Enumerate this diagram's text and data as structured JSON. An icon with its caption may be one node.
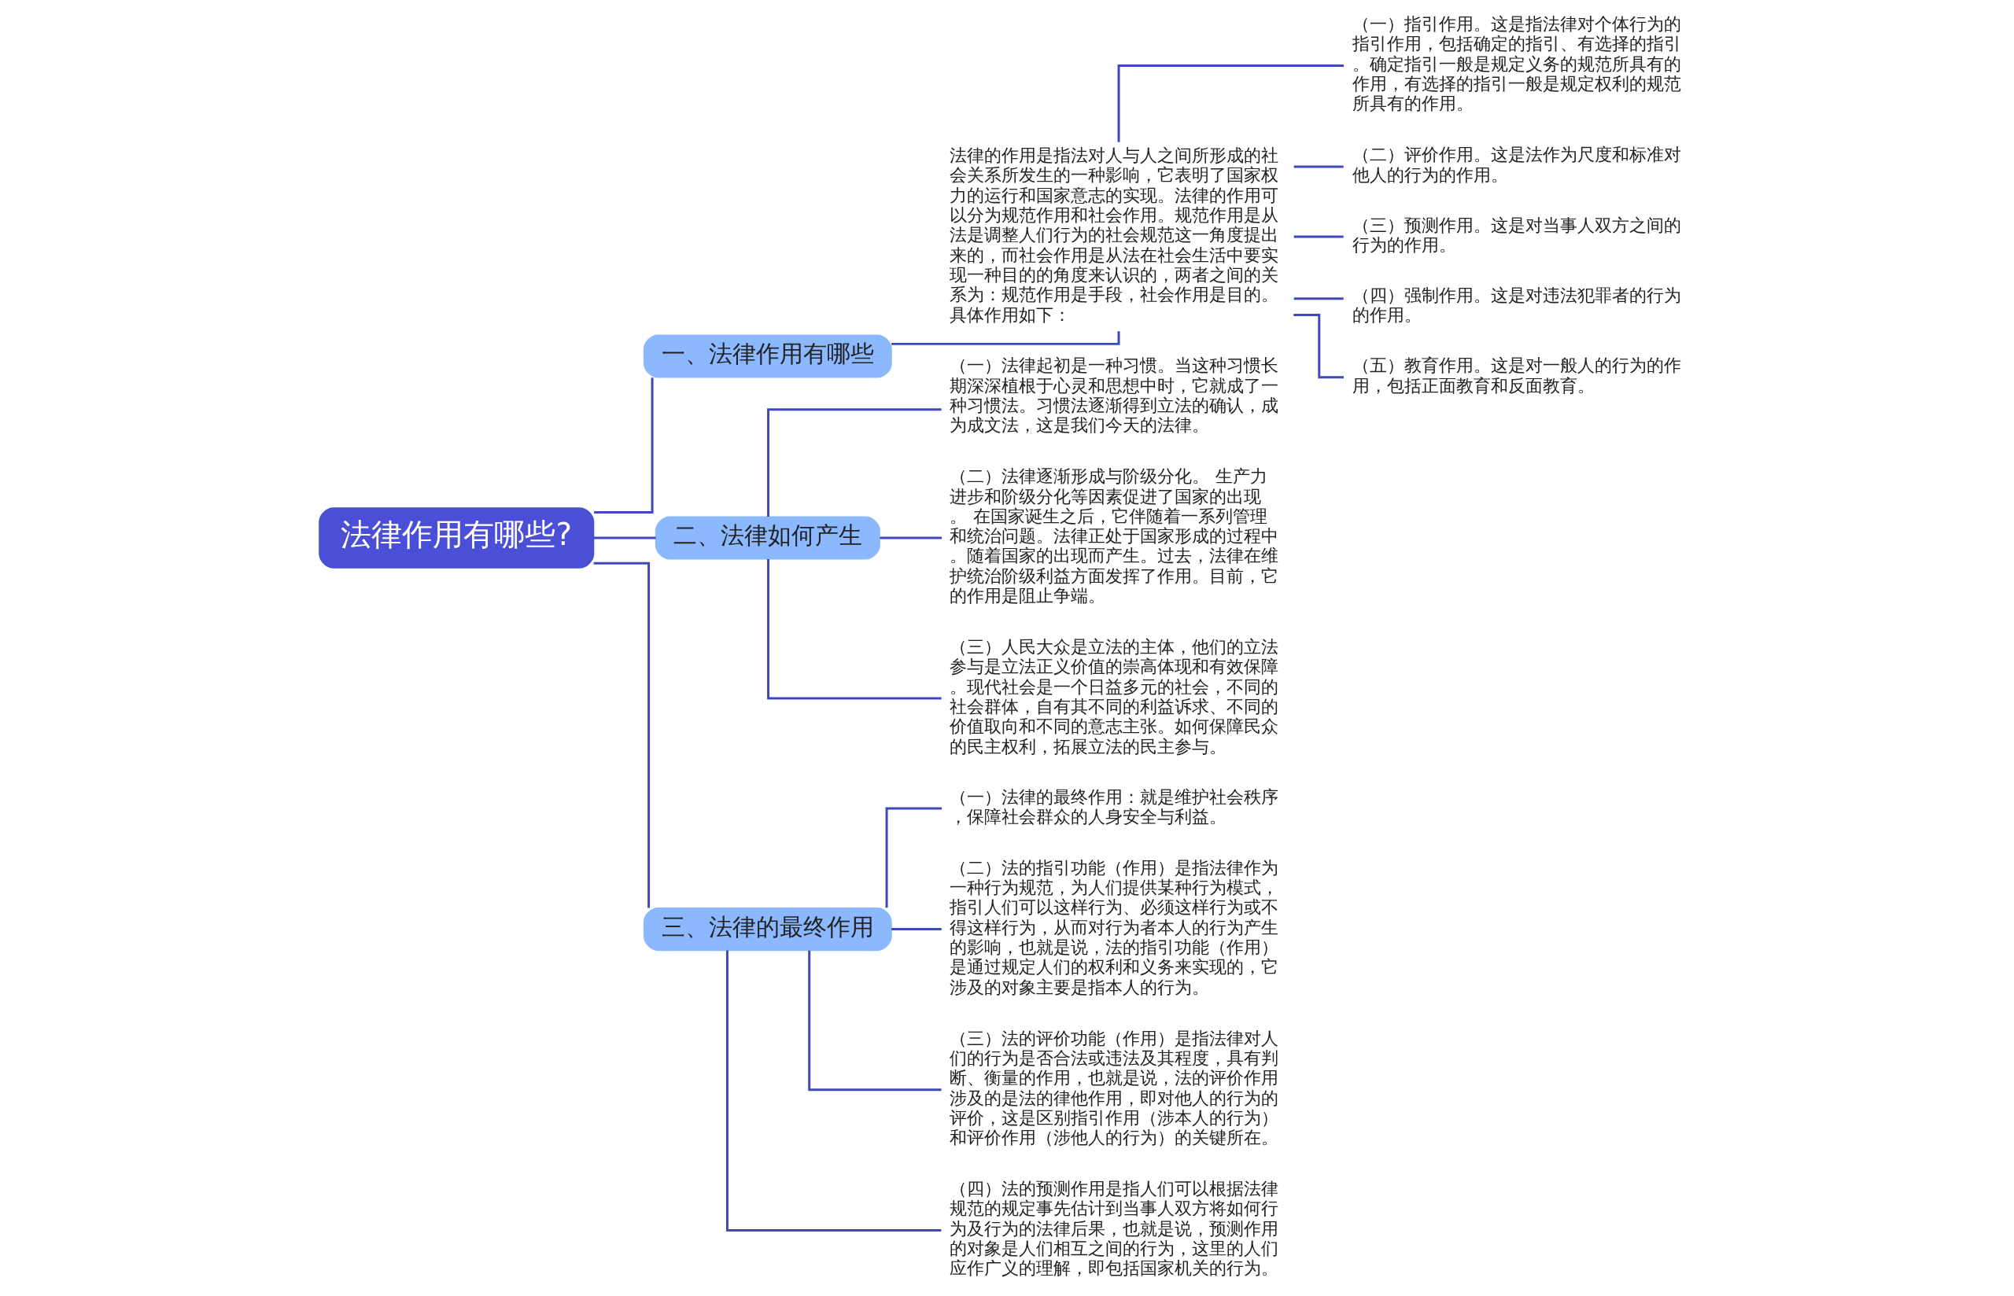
{
  "diagram": {
    "nodes": [
      {
        "text": [
          "法律作用有哪些?"
        ]
      },
      {
        "text": [
          "一、法律作用有哪些"
        ]
      },
      {
        "text": [
          "法律的作用是指法对人与人之间所形成的社会关系所发生的一种影响，它表明了国家权力的运行和国家意志的实现。法律的作用可以分为规范作用和社会作用。规范作用是从法是调整人们行为的社会规范这一角度提出来的，而社会作用是从法在社会生活中要实现一种目的的角度来认识的，两者之间的关系为：规范作用是手段，社会作用是目的。具体作用如下："
        ]
      },
      {
        "text": [
          "（一）指引作用。这是指法律对个体行为的指引作用，包括确定的指引、有选择的指引。确定指引一般是规定义务的规范所具有的作用，有选择的指引一般是规定权利的规范所具有的作用。"
        ]
      },
      {
        "text": [
          "（二）评价作用。这是法作为尺度和标准对他人的行为的作用。"
        ]
      },
      {
        "text": [
          "（三）预测作用。这是对当事人双方之间的行为的作用。"
        ]
      },
      {
        "text": [
          "（四）强制作用。这是对违法犯罪者的行为的作用。"
        ]
      },
      {
        "text": [
          "（五）教育作用。这是对一般人的行为的作用，包括正面教育和反面教育。"
        ]
      },
      {
        "text": [
          "二、法律如何产生"
        ]
      },
      {
        "text": [
          "（一）法律起初是一种习惯。当这种习惯长期深深植根于心灵和思想中时，它就成了一种习惯法。习惯法逐渐得到立法的确认，成为成文法，这是我们今天的法律。"
        ]
      },
      {
        "text": [
          "（二）法律逐渐形成与阶级分化。 生产力进步和阶级分化等因素促进了国家的出现。 在国家诞生之后，它伴随着一系列管理和统治问题。法律正处于国家形成的过程中。随着国家的出现而产生。过去，法律在维护统治阶级利益方面发挥了作用。目前，它的作用是阻止争端。"
        ]
      },
      {
        "text": [
          "（三）人民大众是立法的主体，他们的立法参与是立法正义价值的崇高体现和有效保障。现代社会是一个日益多元的社会，不同的社会群体，自有其不同的利益诉求、不同的价值取向和不同的意志主张。如何保障民众的民主权利，拓展立法的民主参与。"
        ]
      },
      {
        "text": [
          "三、法律的最终作用"
        ]
      },
      {
        "text": [
          "（一）法律的最终作用：就是维护社会秩序，保障社会群众的人身安全与利益。"
        ]
      },
      {
        "text": [
          "（二）法的指引功能（作用）是指法律作为一种行为规范，为人们提供某种行为模式，指引人们可以这样行为、必须这样行为或不得这样行为，从而对行为者本人的行为产生的影响，也就是说，法的指引功能（作用）是通过规定人们的权利和义务来实现的，它涉及的对象主要是指本人的行为。"
        ]
      },
      {
        "text": [
          "（三）法的评价功能（作用）是指法律对人们的行为是否合法或违法及其程度，具有判断、衡量的作用，也就是说，法的评价作用涉及的是法的律他作用，即对他人的行为的评价，这是区别指引作用（涉本人的行为）和评价作用（涉他人的行为）的关键所在。"
        ]
      },
      {
        "text": [
          "（四）法的预测作用是指人们可以根据法律规范的规定事先估计到当事人双方将如何行为及行为的法律后果，也就是说，预测作用的对象是人们相互之间的行为，这里的人们应作广义的理解，即包括国家机关的行为。"
        ]
      }
    ],
    "edges": [
      {
        "from": 0,
        "to": 1,
        "arrow": "none"
      },
      {
        "from": 1,
        "to": 2,
        "arrow": "none"
      },
      {
        "from": 2,
        "to": 3,
        "arrow": "none"
      },
      {
        "from": 2,
        "to": 4,
        "arrow": "none"
      },
      {
        "from": 2,
        "to": 5,
        "arrow": "none"
      },
      {
        "from": 2,
        "to": 6,
        "arrow": "none"
      },
      {
        "from": 2,
        "to": 7,
        "arrow": "none"
      },
      {
        "from": 0,
        "to": 8,
        "arrow": "none"
      },
      {
        "from": 8,
        "to": 9,
        "arrow": "none"
      },
      {
        "from": 8,
        "to": 10,
        "arrow": "none"
      },
      {
        "from": 8,
        "to": 11,
        "arrow": "none"
      },
      {
        "from": 0,
        "to": 12,
        "arrow": "none"
      },
      {
        "from": 12,
        "to": 13,
        "arrow": "none"
      },
      {
        "from": 12,
        "to": 14,
        "arrow": "none"
      },
      {
        "from": 12,
        "to": 15,
        "arrow": "none"
      },
      {
        "from": 12,
        "to": 16,
        "arrow": "none"
      }
    ]
  }
}
